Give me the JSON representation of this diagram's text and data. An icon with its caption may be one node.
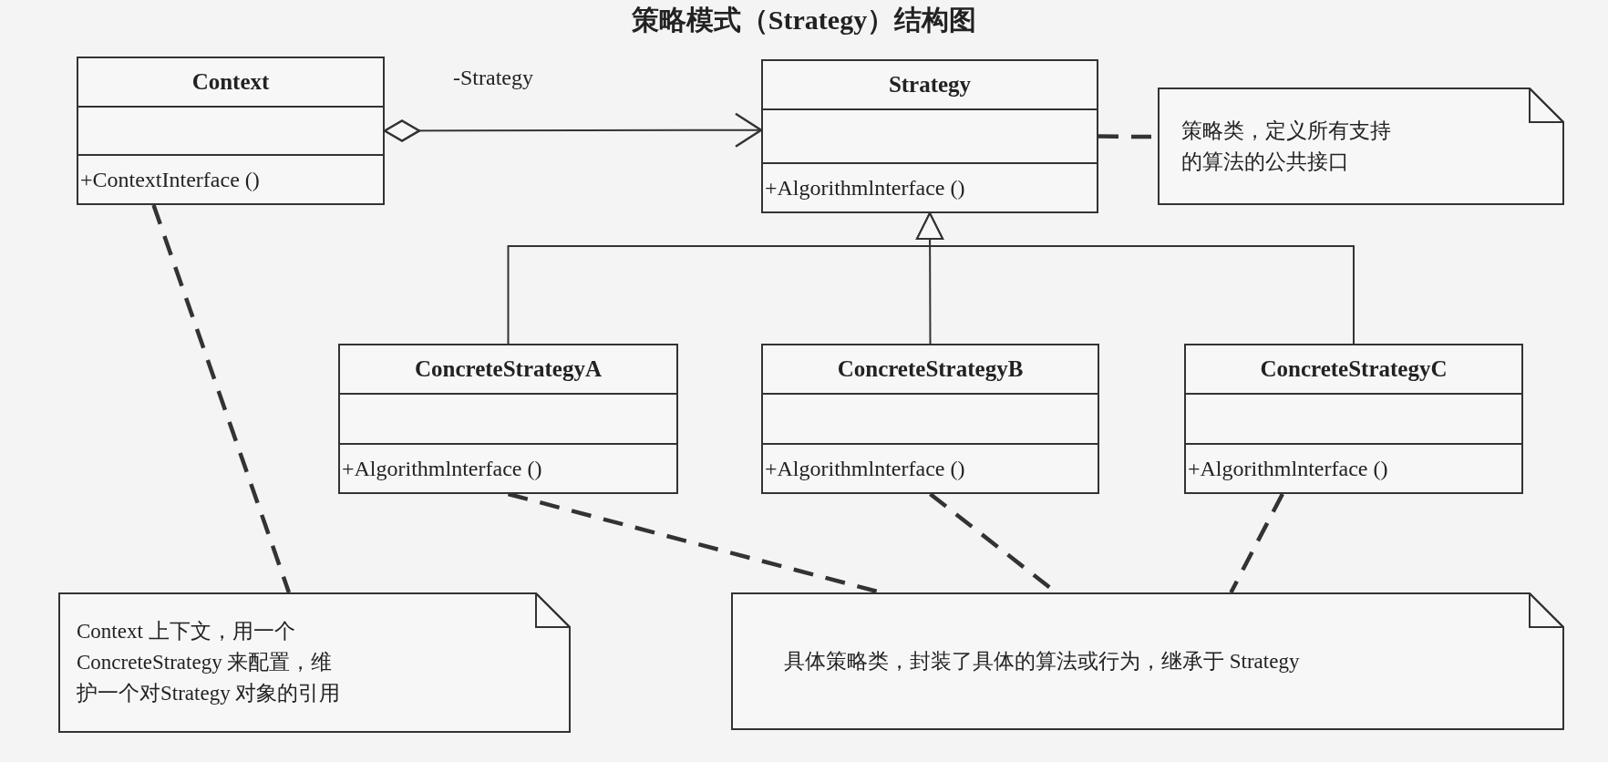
{
  "diagram": {
    "title": "策略模式（Strategy）结构图",
    "nodes": [
      {
        "text": [
          "Context",
          "+ContextInterface ()"
        ]
      },
      {
        "text": [
          "Strategy",
          "+Algorithmlnterface ()"
        ]
      },
      {
        "text": [
          "策略类，定义所有支持的算法的公共接口"
        ]
      },
      {
        "text": [
          "ConcreteStrategyA",
          "+Algorithmlnterface ()"
        ]
      },
      {
        "text": [
          "ConcreteStrategyB",
          "+Algorithmlnterface ()"
        ]
      },
      {
        "text": [
          "ConcreteStrategyC",
          "+Algorithmlnterface ()"
        ]
      },
      {
        "text": [
          "Context 上下文，用一个ConcreteStrategy 来配置，维护一个对Strategy 对象的引用"
        ]
      },
      {
        "text": [
          "具体策略类，封装了具体的算法或行为，继承于 Strategy"
        ]
      }
    ],
    "edges": [
      {
        "from": 0,
        "to": 1,
        "arrow": "to",
        "label": "-Strategy"
      },
      {
        "from": 3,
        "to": 1,
        "arrow": "to"
      },
      {
        "from": 4,
        "to": 1,
        "arrow": "to"
      },
      {
        "from": 5,
        "to": 1,
        "arrow": "to"
      },
      {
        "from": 1,
        "to": 2,
        "arrow": "none",
        "style": "dashed"
      },
      {
        "from": 0,
        "to": 6,
        "arrow": "none",
        "style": "dashed"
      },
      {
        "from": 3,
        "to": 7,
        "arrow": "none",
        "style": "dashed"
      },
      {
        "from": 4,
        "to": 7,
        "arrow": "none",
        "style": "dashed"
      },
      {
        "from": 5,
        "to": 7,
        "arrow": "none",
        "style": "dashed"
      }
    ]
  }
}
